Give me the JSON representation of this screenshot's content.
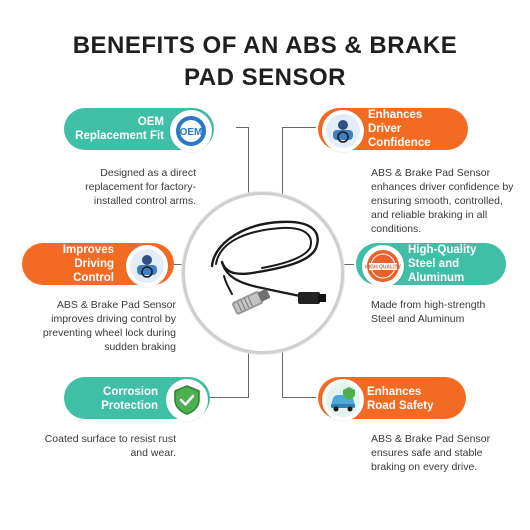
{
  "title": {
    "line1": "BENEFITS OF AN ABS & BRAKE",
    "line2": "PAD SENSOR"
  },
  "colors": {
    "teal": "#3fbfa6",
    "orange": "#f36b22",
    "line": "#666666"
  },
  "benefits": [
    {
      "label_lines": [
        "OEM",
        "Replacement Fit"
      ],
      "icon": "oem-badge-icon",
      "description_lines": [
        "Designed as a direct",
        "replacement for factory-",
        "installed control arms."
      ]
    },
    {
      "label_lines": [
        "Enhances",
        "Driver",
        "Confidence"
      ],
      "icon": "driver-icon",
      "description_lines": [
        "ABS & Brake Pad Sensor",
        "enhances driver confidence by",
        "ensuring smooth, controlled,",
        "and reliable braking in all",
        "conditions."
      ]
    },
    {
      "label_lines": [
        "Improves",
        "Driving",
        "Control"
      ],
      "icon": "driver-icon",
      "description_lines": [
        "ABS & Brake Pad Sensor",
        "improves driving control by",
        "preventing wheel lock during",
        "sudden braking"
      ]
    },
    {
      "label_lines": [
        "High-Quality",
        "Steel and",
        "Aluminum"
      ],
      "icon": "high-quality-badge-icon",
      "description_lines": [
        "Made from high-strength",
        "Steel and Aluminum"
      ]
    },
    {
      "label_lines": [
        "Corrosion",
        "Protection"
      ],
      "icon": "shield-check-icon",
      "description_lines": [
        "Coated surface to resist rust",
        "and wear."
      ]
    },
    {
      "label_lines": [
        "Enhances",
        "Road Safety"
      ],
      "icon": "car-safety-icon",
      "description_lines": [
        "ABS & Brake Pad Sensor",
        "ensures safe and stable",
        "braking on every drive."
      ]
    }
  ]
}
